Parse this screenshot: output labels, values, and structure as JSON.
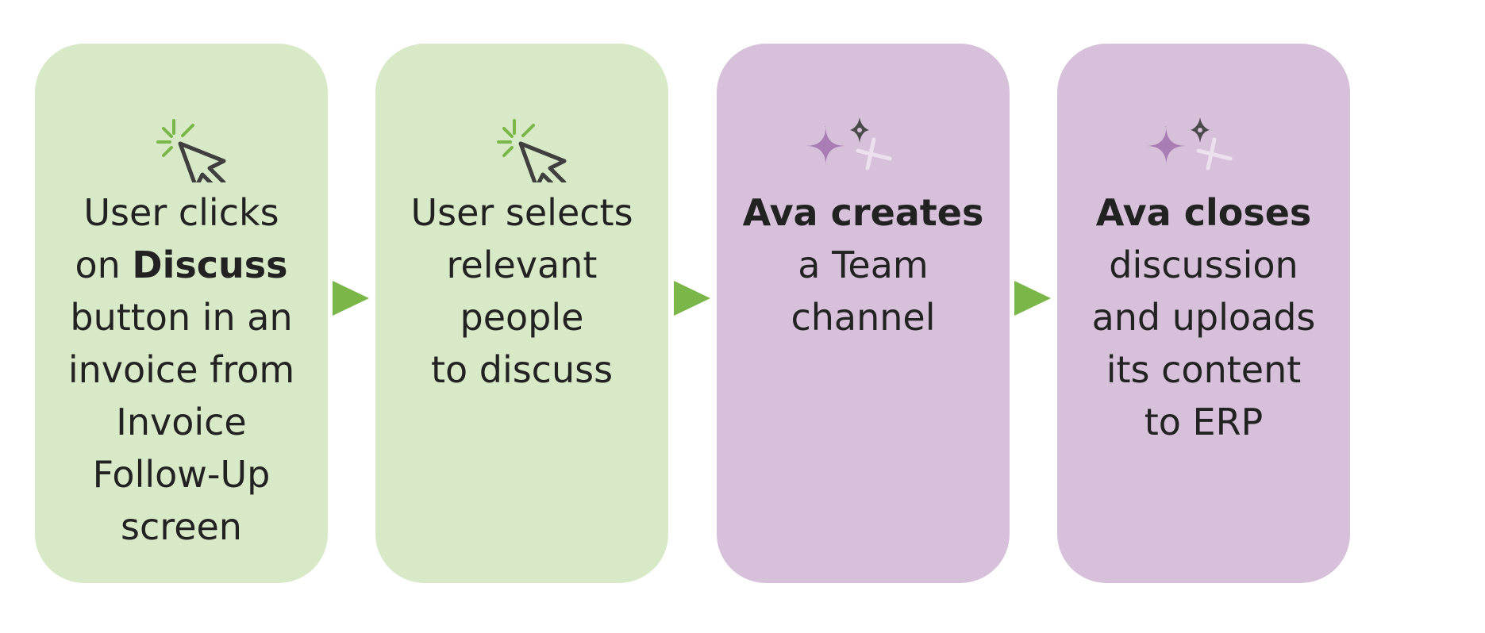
{
  "colors": {
    "green_card": "#d7e9c6",
    "purple_card": "#d7c0da",
    "arrow": "#7ab648",
    "text": "#222222",
    "click_accent": "#7ab648",
    "sparkle_main": "#a77db3",
    "sparkle_dark": "#4a4a4a",
    "sparkle_light": "#ece0ee"
  },
  "steps": [
    {
      "icon": "cursor-click-icon",
      "lines": [
        {
          "text": "User clicks"
        },
        {
          "pre": "on ",
          "bold": "Discuss"
        },
        {
          "text": "button in an"
        },
        {
          "text": "invoice from"
        },
        {
          "text": "Invoice"
        },
        {
          "text": "Follow-Up"
        },
        {
          "text": "screen"
        }
      ]
    },
    {
      "icon": "cursor-click-icon",
      "lines": [
        {
          "text": "User selects"
        },
        {
          "text": "relevant"
        },
        {
          "text": "people"
        },
        {
          "text": "to discuss"
        }
      ]
    },
    {
      "icon": "sparkles-icon",
      "lines": [
        {
          "bold": "Ava creates"
        },
        {
          "text": "a Team"
        },
        {
          "text": "channel"
        }
      ]
    },
    {
      "icon": "sparkles-icon",
      "lines": [
        {
          "bold": "Ava closes"
        },
        {
          "text": "discussion"
        },
        {
          "text": "and uploads"
        },
        {
          "text": "its content"
        },
        {
          "text": "to ERP"
        }
      ]
    }
  ]
}
